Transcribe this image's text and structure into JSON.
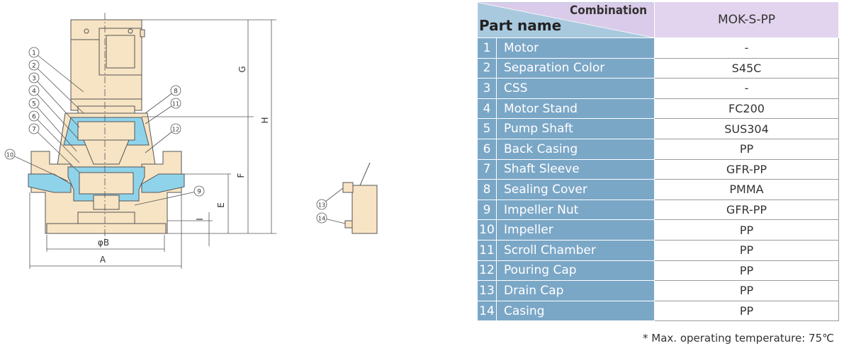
{
  "table": {
    "header": {
      "combination": "Combination",
      "part_name": "Part name",
      "model": "MOK-S-PP"
    },
    "rows": [
      {
        "no": "1",
        "part": "Motor",
        "material": "-"
      },
      {
        "no": "2",
        "part": "Separation Color",
        "material": "S45C"
      },
      {
        "no": "3",
        "part": "CSS",
        "material": "-"
      },
      {
        "no": "4",
        "part": "Motor Stand",
        "material": "FC200"
      },
      {
        "no": "5",
        "part": "Pump Shaft",
        "material": "SUS304"
      },
      {
        "no": "6",
        "part": "Back Casing",
        "material": "PP"
      },
      {
        "no": "7",
        "part": "Shaft Sleeve",
        "material": "GFR-PP"
      },
      {
        "no": "8",
        "part": "Sealing Cover",
        "material": "PMMA"
      },
      {
        "no": "9",
        "part": "Impeller Nut",
        "material": "GFR-PP"
      },
      {
        "no": "10",
        "part": "Impeller",
        "material": "PP"
      },
      {
        "no": "11",
        "part": "Scroll Chamber",
        "material": "PP"
      },
      {
        "no": "12",
        "part": "Pouring Cap",
        "material": "PP"
      },
      {
        "no": "13",
        "part": "Drain Cap",
        "material": "PP"
      },
      {
        "no": "14",
        "part": "Casing",
        "material": "PP"
      }
    ]
  },
  "footnote": "* Max. operating temperature: 75℃",
  "drawing": {
    "dimension_labels": {
      "A": "A",
      "B": "φB",
      "E": "E",
      "F": "F",
      "G": "G",
      "H": "H",
      "I": "I"
    },
    "callouts": [
      "1",
      "2",
      "3",
      "4",
      "5",
      "6",
      "7",
      "8",
      "9",
      "10",
      "11",
      "12",
      "13",
      "14"
    ]
  },
  "colors": {
    "table_header_blue": "#7ba7c7",
    "table_header_lavender": "#e2d4ee",
    "pump_body": "#f7e4c4",
    "wetted_section": "#8fd3ea",
    "outline": "#555555"
  }
}
